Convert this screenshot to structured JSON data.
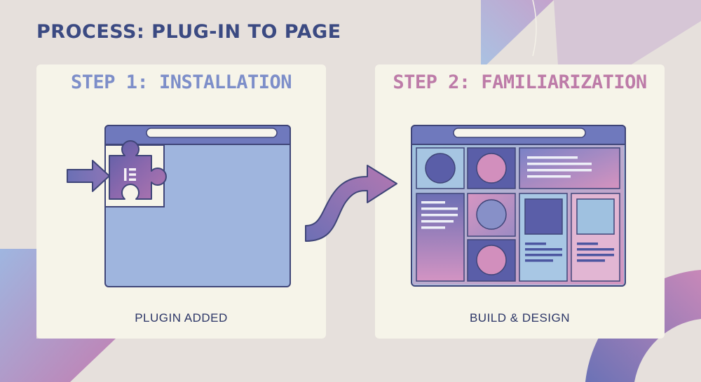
{
  "title": "PROCESS: PLUG-IN TO PAGE",
  "steps": [
    {
      "title": "STEP 1: INSTALLATION",
      "caption": "PLUGIN ADDED"
    },
    {
      "title": "STEP 2: FAMILIARIZATION",
      "caption": "BUILD & DESIGN"
    }
  ],
  "colors": {
    "background": "#e6e0dc",
    "title": "#3b4a82",
    "step1_accent": "#7d8ec9",
    "step2_accent": "#bd7ba8",
    "outline": "#3f4578",
    "card": "#f6f4e9"
  },
  "icons": [
    "puzzle-piece-icon",
    "elementor-logo-icon",
    "curved-arrow-icon",
    "right-arrow-icon"
  ]
}
